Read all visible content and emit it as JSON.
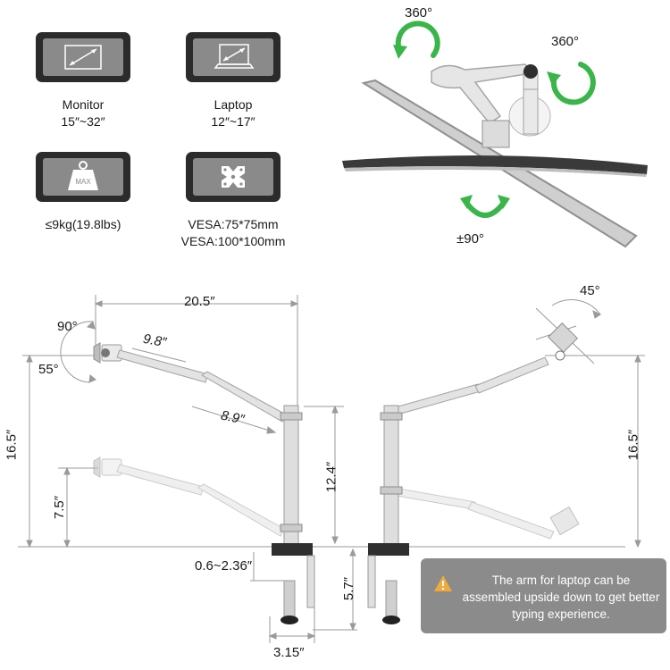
{
  "specs": {
    "monitor": {
      "title": "Monitor",
      "range": "15″~32″",
      "icon": "monitor-icon"
    },
    "laptop": {
      "title": "Laptop",
      "range": "12″~17″",
      "icon": "laptop-icon"
    },
    "weight": {
      "badge": "MAX",
      "text": "≤9kg(19.8lbs)",
      "icon": "weight-icon"
    },
    "vesa": {
      "line1": "VESA:75*75mm",
      "line2": "VESA:100*100mm",
      "icon": "vesa-plate-icon"
    }
  },
  "rotation": {
    "top": "360°",
    "right": "360°",
    "tilt": "±90°",
    "arrow_color": "#3ab54a"
  },
  "dimensions_left": {
    "width_total": "20.5″",
    "arm_upper": "9.8″",
    "arm_lower": "8.9″",
    "height_total": "16.5″",
    "height_low": "7.5″",
    "pole": "12.4″",
    "angle_up": "90°",
    "angle_down": "55°",
    "clamp_range": "0.6~2.36″",
    "clamp_depth": "5.7″",
    "base_width": "3.15″"
  },
  "dimensions_right": {
    "tilt": "45°",
    "height_total": "16.5″"
  },
  "note": {
    "text": "The arm for laptop can be assembled upside down to get better typing experience.",
    "icon": "warning-icon",
    "icon_color": "#f2a93b"
  }
}
